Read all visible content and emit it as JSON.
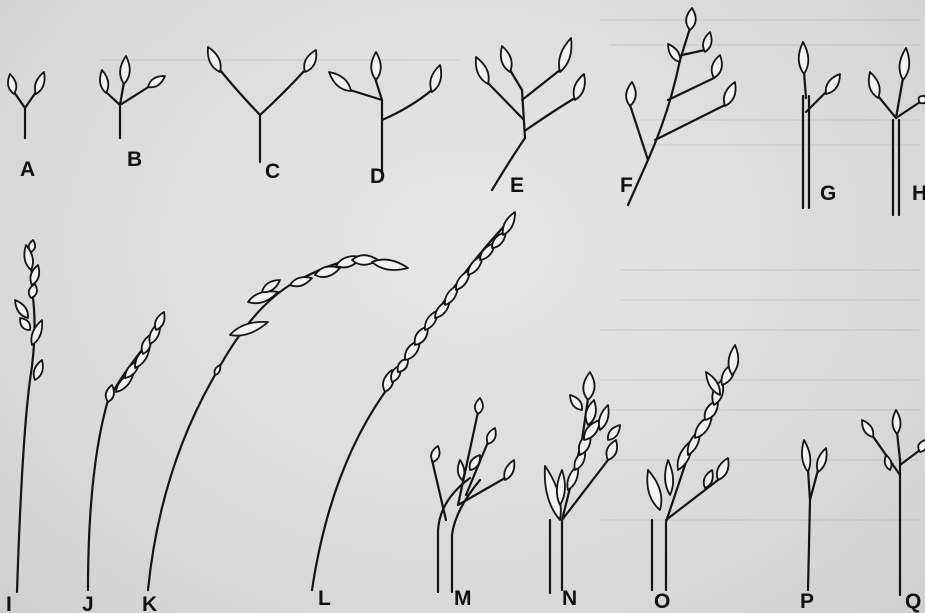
{
  "figure": {
    "labels": [
      "A",
      "B",
      "C",
      "D",
      "E",
      "F",
      "G",
      "H",
      "I",
      "J",
      "K",
      "L",
      "M",
      "N",
      "O",
      "P",
      "Q"
    ]
  }
}
